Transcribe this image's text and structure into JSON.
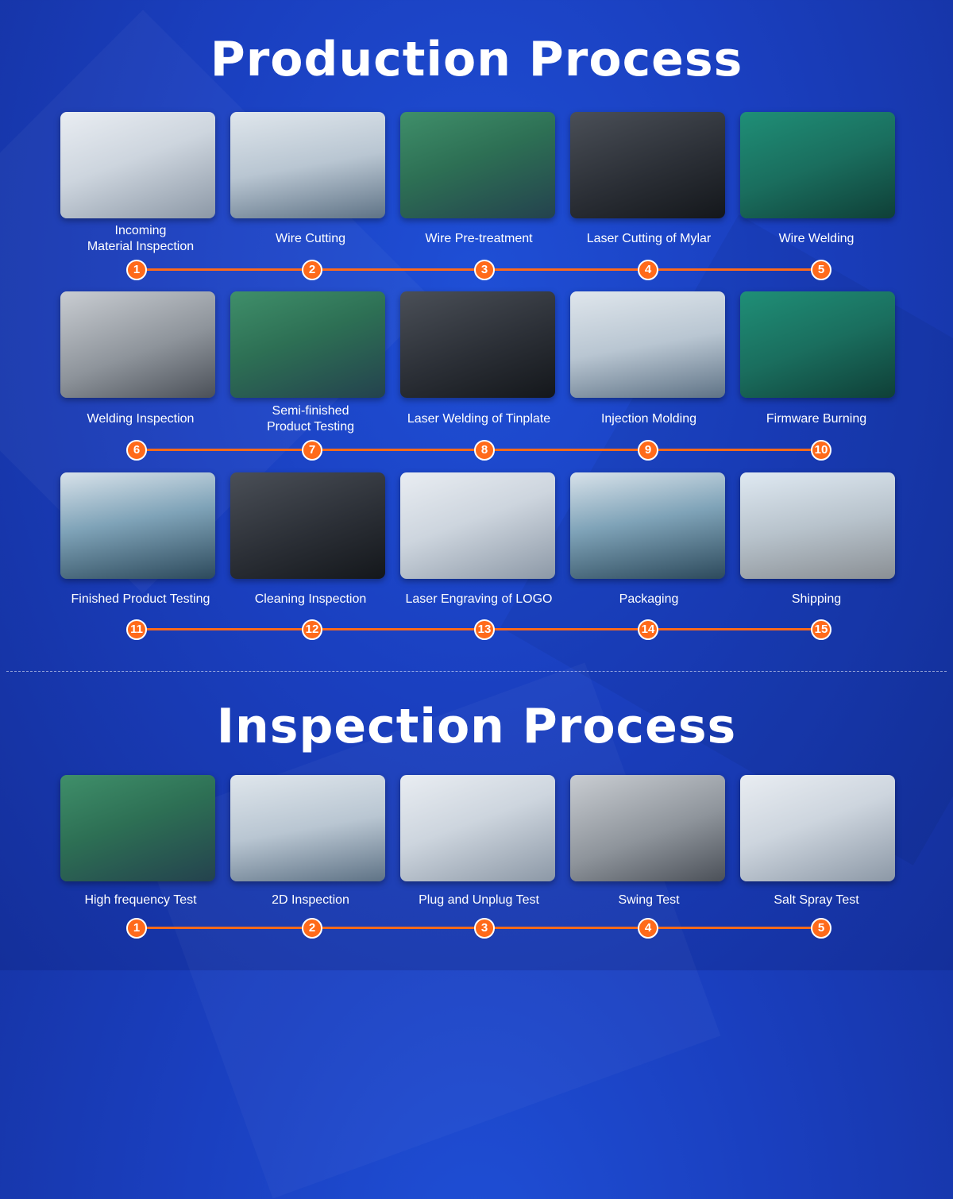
{
  "production": {
    "title": "Production Process",
    "steps": [
      {
        "num": "1",
        "label": "Incoming\nMaterial Inspection",
        "scene": "scene-white"
      },
      {
        "num": "2",
        "label": "Wire Cutting",
        "scene": "scene-lab"
      },
      {
        "num": "3",
        "label": "Wire Pre-treatment",
        "scene": "scene-green"
      },
      {
        "num": "4",
        "label": "Laser Cutting of Mylar",
        "scene": "scene-dark"
      },
      {
        "num": "5",
        "label": "Wire Welding",
        "scene": "scene-teal"
      },
      {
        "num": "6",
        "label": "Welding Inspection",
        "scene": "scene-grey"
      },
      {
        "num": "7",
        "label": "Semi-finished\nProduct Testing",
        "scene": "scene-green"
      },
      {
        "num": "8",
        "label": "Laser Welding of Tinplate",
        "scene": "scene-dark"
      },
      {
        "num": "9",
        "label": "Injection Molding",
        "scene": "scene-lab"
      },
      {
        "num": "10",
        "label": "Firmware Burning",
        "scene": "scene-teal"
      },
      {
        "num": "11",
        "label": "Finished Product Testing",
        "scene": "scene-factory"
      },
      {
        "num": "12",
        "label": "Cleaning Inspection",
        "scene": "scene-dark"
      },
      {
        "num": "13",
        "label": "Laser Engraving of LOGO",
        "scene": "scene-white"
      },
      {
        "num": "14",
        "label": "Packaging",
        "scene": "scene-factory"
      },
      {
        "num": "15",
        "label": "Shipping",
        "scene": "scene-truck"
      }
    ]
  },
  "inspection": {
    "title": "Inspection Process",
    "steps": [
      {
        "num": "1",
        "label": "High frequency Test",
        "scene": "scene-green"
      },
      {
        "num": "2",
        "label": "2D Inspection",
        "scene": "scene-lab"
      },
      {
        "num": "3",
        "label": "Plug and Unplug Test",
        "scene": "scene-white"
      },
      {
        "num": "4",
        "label": "Swing Test",
        "scene": "scene-grey"
      },
      {
        "num": "5",
        "label": "Salt Spray Test",
        "scene": "scene-white"
      }
    ]
  },
  "colors": {
    "background": "#1a3fbf",
    "accent": "#ff6a1a",
    "text": "#ffffff"
  },
  "icons": [
    "photo-thumbnail"
  ]
}
